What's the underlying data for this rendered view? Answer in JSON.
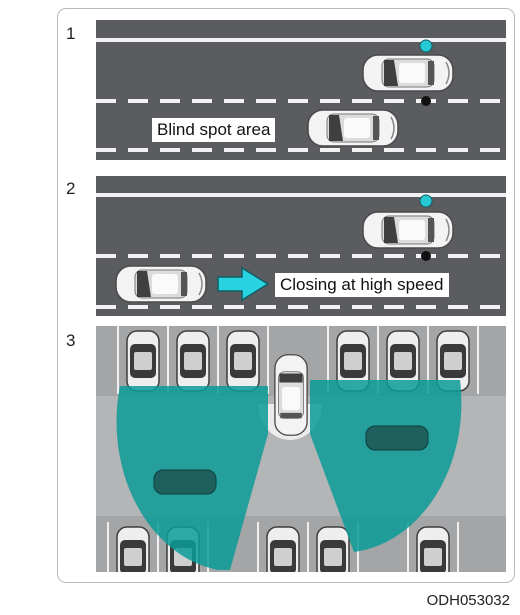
{
  "panels": [
    {
      "number": "1",
      "label": "Blind spot area"
    },
    {
      "number": "2",
      "label": "Closing at high speed"
    },
    {
      "number": "3"
    }
  ],
  "figure_code": "ODH053032",
  "colors": {
    "road": "#5b5c5f",
    "lane_marking": "#f2f2f2",
    "sensor_zone": "#0b9b97",
    "indicator": "#29c9d3",
    "parking_lot": "#a4a5a7"
  }
}
